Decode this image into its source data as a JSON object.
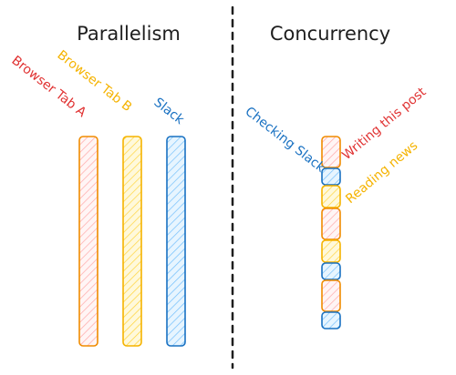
{
  "colors": {
    "background": "#ffffff",
    "ink": "#1e1e1e",
    "red": "#e03131",
    "orange": "#f08c00",
    "yellow": "#f5b300",
    "blue": "#1971c2",
    "red_fill": "#ffc9c9",
    "yellow_fill": "#ffec99",
    "blue_fill": "#a5d8ff"
  },
  "parallelism": {
    "title": "Parallelism",
    "lanes": [
      {
        "label": "Browser Tab A",
        "color": "red"
      },
      {
        "label": "Browser Tab B",
        "color": "yellow"
      },
      {
        "label": "Slack",
        "color": "blue"
      }
    ]
  },
  "concurrency": {
    "title": "Concurrency",
    "tasks": {
      "slack": {
        "label": "Checking Slack",
        "color": "blue"
      },
      "post": {
        "label": "Writing this post",
        "color": "red"
      },
      "news": {
        "label": "Reading news",
        "color": "yellow"
      }
    },
    "sequence": [
      "post",
      "slack",
      "news",
      "post",
      "news",
      "slack",
      "post",
      "slack"
    ]
  }
}
